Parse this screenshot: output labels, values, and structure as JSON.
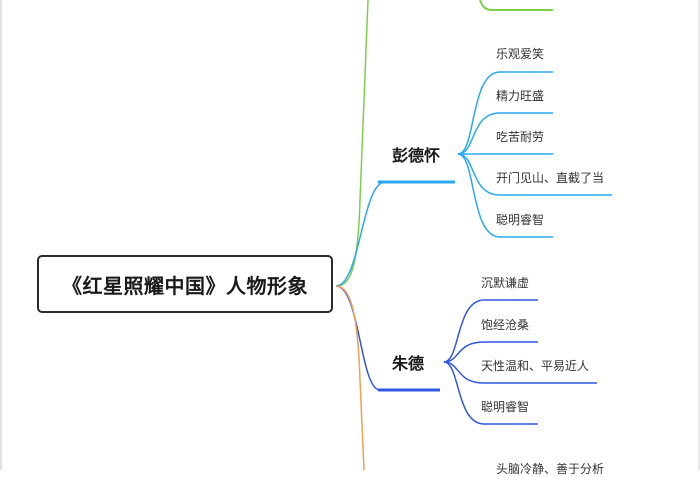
{
  "root": {
    "title": "《红星照耀中国》人物形象"
  },
  "colors": {
    "green": "#7ccf4a",
    "light_blue": "#2aa8f0",
    "blue": "#2f57e0",
    "orange": "#f0a050",
    "root_border": "#2b2b2b"
  },
  "branches": [
    {
      "name": "彭德怀",
      "color": "#2aa8f0",
      "traits": [
        "乐观爱笑",
        "精力旺盛",
        "吃苦耐劳",
        "开门见山、直截了当",
        "聪明睿智"
      ]
    },
    {
      "name": "朱德",
      "color": "#2f57e0",
      "traits": [
        "沉默谦虚",
        "饱经沧桑",
        "天性温和、平易近人",
        "聪明睿智"
      ]
    },
    {
      "name": "",
      "color": "#f0a050",
      "traits": [
        "头脑冷静、善于分析"
      ]
    }
  ]
}
